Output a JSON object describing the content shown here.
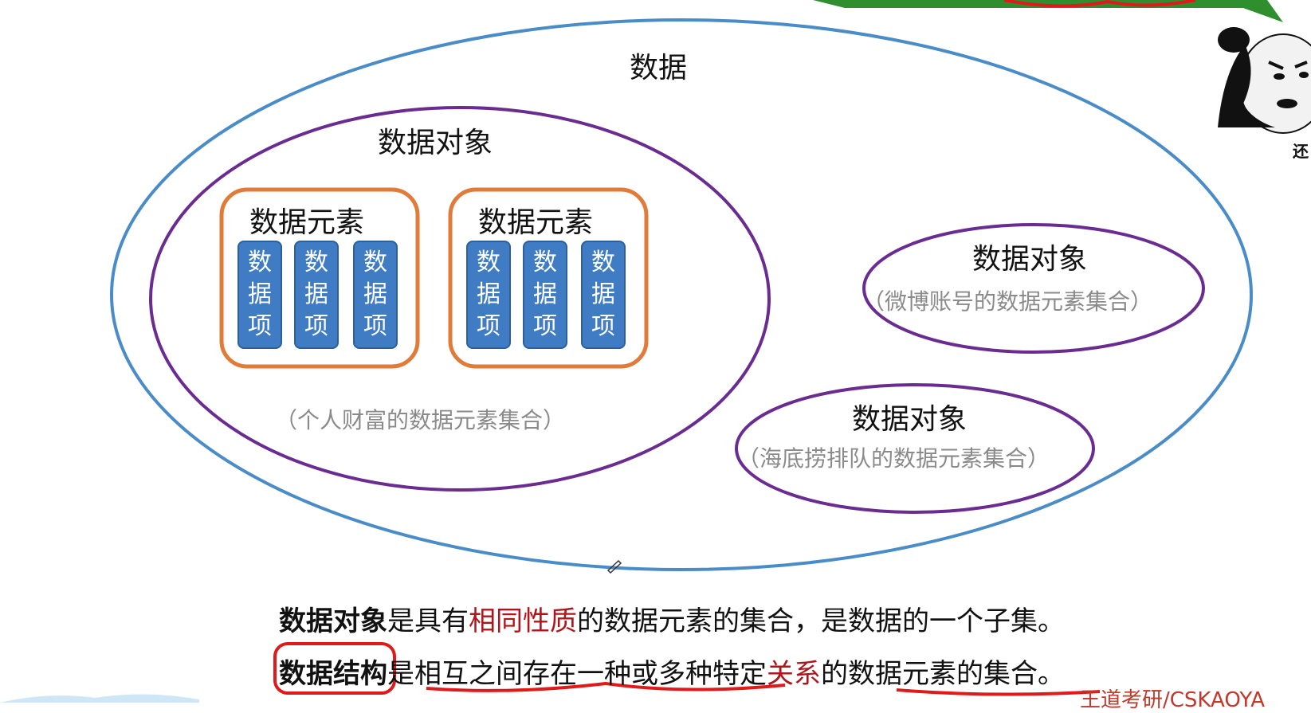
{
  "diagram": {
    "data": "数据",
    "data_object": "数据对象",
    "data_element": "数据元素",
    "data_item_chars": [
      "数",
      "据",
      "项"
    ],
    "wealth_caption": "（个人财富的数据元素集合）",
    "weibo_caption": "（微博账号的数据元素集合）",
    "haidilao_caption": "（海底捞排队的数据元素集合）"
  },
  "definitions": {
    "line1": {
      "term": "数据对象",
      "text_a": "是具有",
      "highlight": "相同性质",
      "text_b": "的数据元素的集合，是数据的一个子集。"
    },
    "line2": {
      "term": "数据结构",
      "text_a": "是相互之间存在一种或多种特定",
      "highlight": "关系",
      "text_b": "的数据元素的集合。"
    }
  },
  "side_caption": "还",
  "watermark": "王道考研/CSKAOYA",
  "colors": {
    "outer_ellipse": "#4a8cc8",
    "object_ellipse": "#6a2c91",
    "element_box": "#e07b39",
    "item_fill": "#3f7cc4",
    "highlight_red": "#b0151b",
    "annotation_red": "#e01a1a"
  }
}
